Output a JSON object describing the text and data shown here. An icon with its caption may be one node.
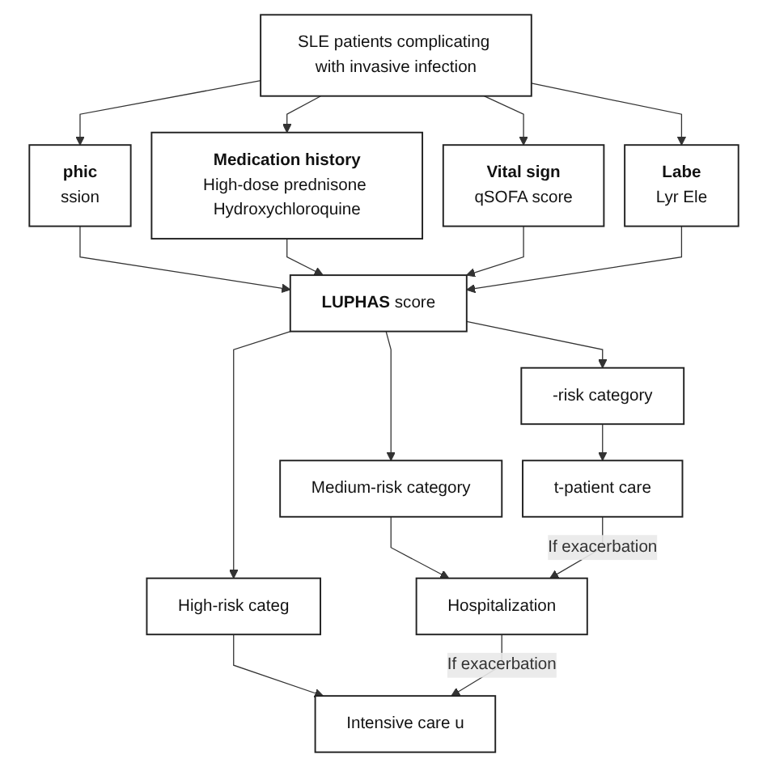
{
  "diagram": {
    "nodes": [
      {
        "text": [
          "SLE patients complicating with invasive infection"
        ]
      },
      {
        "text": [
          "phic",
          "ssion"
        ]
      },
      {
        "text": [
          "Medication history",
          "High-dose prednisone Hydroxychloroquine"
        ]
      },
      {
        "text": [
          "Vital sign",
          "qSOFA score"
        ]
      },
      {
        "text": [
          "Labe",
          "Lyr Ele"
        ]
      },
      {
        "text": [
          "**LUPHAS** score"
        ]
      },
      {
        "text": [
          "-risk category"
        ]
      },
      {
        "text": [
          "Medium-risk category"
        ]
      },
      {
        "text": [
          "High-risk categ"
        ]
      },
      {
        "text": [
          "t-patient care"
        ]
      },
      {
        "text": [
          "Hospitalization"
        ]
      },
      {
        "text": [
          "Intensive care u"
        ]
      }
    ],
    "edges": [
      {
        "from": 0,
        "to": 1,
        "arrow": "to"
      },
      {
        "from": 0,
        "to": 2,
        "arrow": "to"
      },
      {
        "from": 0,
        "to": 3,
        "arrow": "to"
      },
      {
        "from": 0,
        "to": 4,
        "arrow": "to"
      },
      {
        "from": 1,
        "to": 5,
        "arrow": "to"
      },
      {
        "from": 2,
        "to": 5,
        "arrow": "to"
      },
      {
        "from": 3,
        "to": 5,
        "arrow": "to"
      },
      {
        "from": 4,
        "to": 5,
        "arrow": "to"
      },
      {
        "from": 5,
        "to": 6,
        "arrow": "to"
      },
      {
        "from": 5,
        "to": 7,
        "arrow": "to"
      },
      {
        "from": 5,
        "to": 8,
        "arrow": "to"
      },
      {
        "from": 6,
        "to": 9,
        "arrow": "to"
      },
      {
        "from": 7,
        "to": 10,
        "arrow": "to"
      },
      {
        "from": 8,
        "to": 11,
        "arrow": "to"
      },
      {
        "from": 9,
        "to": 10,
        "arrow": "to",
        "label": "If exacerbation"
      },
      {
        "from": 10,
        "to": 11,
        "arrow": "to",
        "label": "If exacerbation"
      }
    ]
  }
}
